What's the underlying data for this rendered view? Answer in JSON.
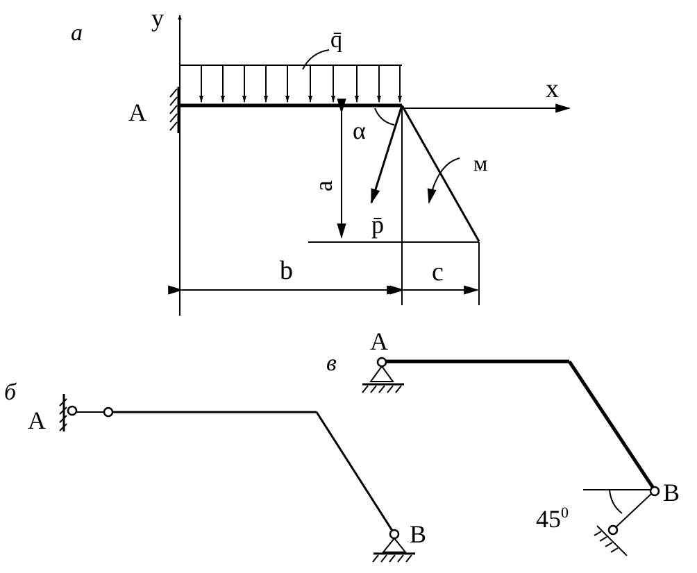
{
  "panels": {
    "a": {
      "label": "а",
      "axis_y": "y",
      "axis_x": "x",
      "point_a": "A",
      "load_q": "q̄",
      "angle": "α",
      "force_p": "p̄",
      "moment": "м",
      "dim_a": "a",
      "dim_b": "b",
      "dim_c": "c"
    },
    "b": {
      "label": "б",
      "point_a": "A",
      "point_b": "B"
    },
    "v": {
      "label": "в",
      "point_a": "A",
      "point_b": "B",
      "angle_text": "45",
      "angle_sup": "0"
    }
  }
}
